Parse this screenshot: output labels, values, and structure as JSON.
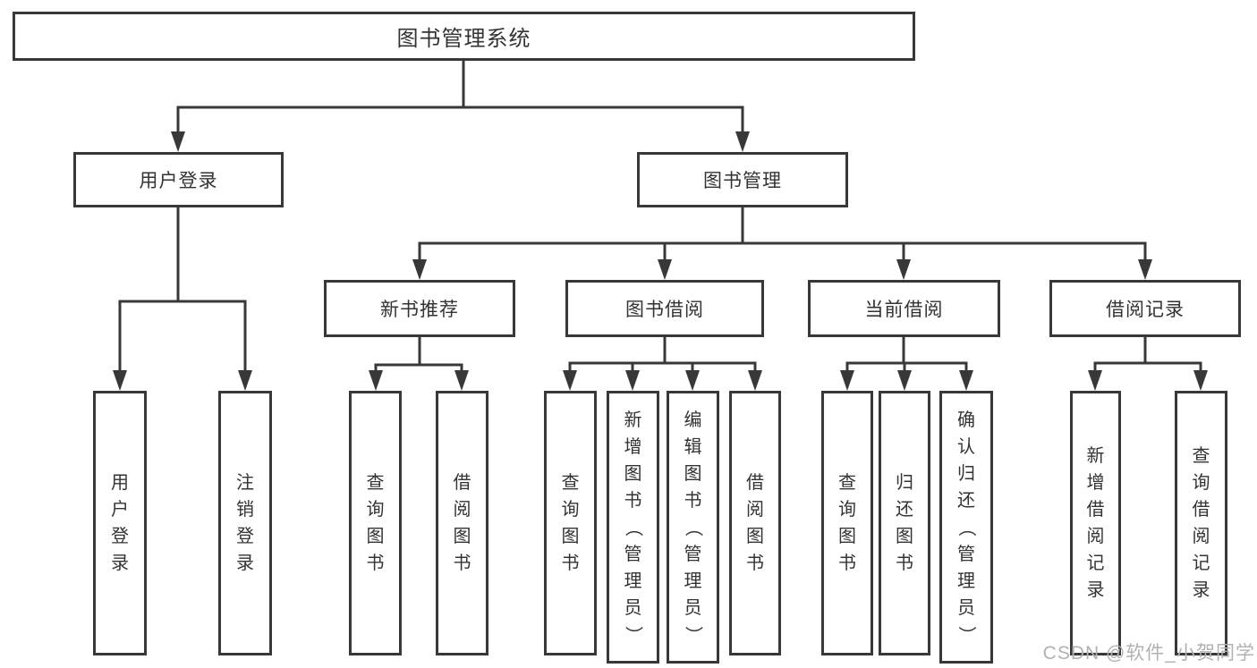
{
  "diagram": {
    "tree": {
      "label": "图书管理系统",
      "children": [
        {
          "label": "用户登录",
          "children": [
            {
              "label": "用户登录"
            },
            {
              "label": "注销登录"
            }
          ]
        },
        {
          "label": "图书管理",
          "children": [
            {
              "label": "新书推荐",
              "children": [
                {
                  "label": "查询图书"
                },
                {
                  "label": "借阅图书"
                }
              ]
            },
            {
              "label": "图书借阅",
              "children": [
                {
                  "label": "查询图书"
                },
                {
                  "label": "新增图书（管理员）"
                },
                {
                  "label": "编辑图书（管理员）"
                },
                {
                  "label": "借阅图书"
                }
              ]
            },
            {
              "label": "当前借阅",
              "children": [
                {
                  "label": "查询图书"
                },
                {
                  "label": "归还图书"
                },
                {
                  "label": "确认归还（管理员）"
                }
              ]
            },
            {
              "label": "借阅记录",
              "children": [
                {
                  "label": "新增借阅记录"
                },
                {
                  "label": "查询借阅记录"
                }
              ]
            }
          ]
        }
      ]
    },
    "colors": {
      "line": "#383838",
      "box_border": "#383838",
      "text": "#333333",
      "watermark": "#b3b0b0",
      "background": "#ffffff"
    }
  },
  "watermark": {
    "text": "CSDN @软件_小贺同学"
  }
}
